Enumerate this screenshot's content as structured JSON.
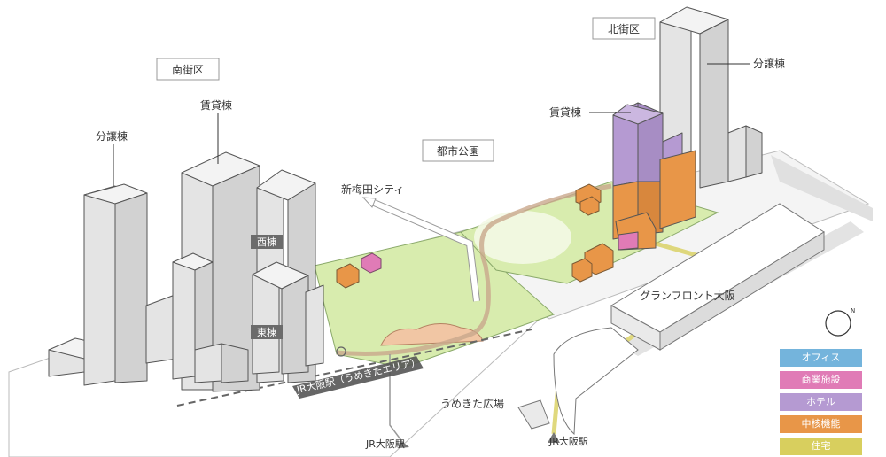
{
  "zones": {
    "south": "南街区",
    "north": "北街区",
    "park": "都市公園"
  },
  "buildings": {
    "south_condo": "分譲棟",
    "south_rental": "賃貸棟",
    "west_tower": "西棟",
    "east_tower": "東棟",
    "north_rental": "賃貸棟",
    "north_condo": "分譲棟"
  },
  "places": {
    "shin_umeda": "新梅田シティ",
    "grand_front": "グランフロント大阪",
    "jr_new_station": "JR大阪駅（うめきたエリア）",
    "plaza": "うめきた広場",
    "jr_osaka_1": "JR大阪駅",
    "jr_osaka_2": "JR大阪駅"
  },
  "legend": [
    {
      "label": "オフィス",
      "color": "#74b4dc"
    },
    {
      "label": "商業施設",
      "color": "#e07bb6"
    },
    {
      "label": "ホテル",
      "color": "#b59ad2"
    },
    {
      "label": "中核機能",
      "color": "#e89648"
    },
    {
      "label": "住宅",
      "color": "#d8cf5e"
    }
  ],
  "icons": {
    "compass": "compass-icon"
  }
}
